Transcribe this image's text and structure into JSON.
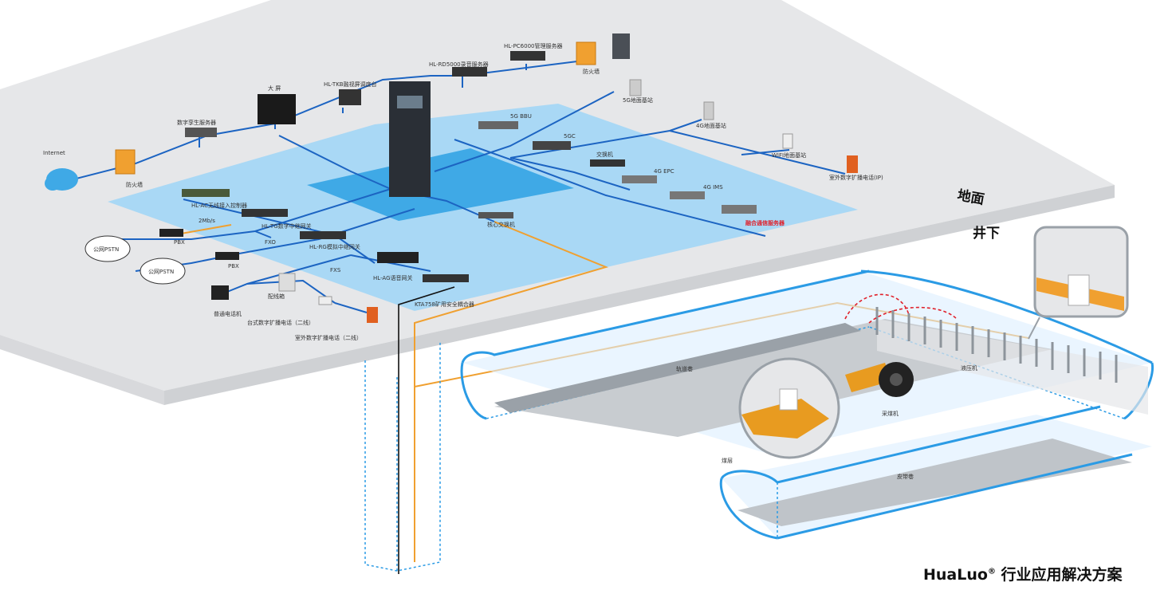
{
  "labels": {
    "internet": "Internet",
    "firewall_left": "防火墙",
    "twin_server": "数字孪生服务器",
    "big_screen": "大 屏",
    "tkb_console": "HL-TKB融视屏调度台",
    "rd5000": "HL-RD5000录音服务器",
    "pc6000": "HL-PC6000管理服务器",
    "firewall_right": "防火墙",
    "ground_5g": "5G地面基站",
    "ground_4g": "4G地面基站",
    "wifi_ground": "WIFI地面基站",
    "outdoor_ip": "室外数字扩播电话(IP)",
    "bbu_5g": "5G BBU",
    "core_5gc": "5GC",
    "switch": "交换机",
    "epc_4g": "4G EPC",
    "ims_4g": "4G IMS",
    "fusion_server": "融合通信服务器",
    "core_switch": "核心交换机",
    "ac_controller": "HL-AC无线接入控制器",
    "tg_gateway": "HL-TG数字中继网关",
    "rg_gateway": "HL-RG模拟中继网关",
    "ag_gateway": "HL-AG语音网关",
    "kta": "KTA758矿用安全耦合器",
    "pstn1": "公网PSTN",
    "pstn2": "公网PSTN",
    "pbx1": "PBX",
    "pbx2": "PBX",
    "link_2mbs": "2Mb/s",
    "fxo": "FXO",
    "fxs": "FXS",
    "distribution": "配线箱",
    "phone": "普通电话机",
    "desk_phone": "台式数字扩播电话（二线）",
    "outdoor_two": "室外数字扩播电话（二线）",
    "ground": "地面",
    "underground": "井下",
    "track_lane": "轨道巷",
    "hydraulic": "液压机",
    "shearer": "采煤机",
    "coal_seam": "煤层",
    "belt_lane": "皮带巷"
  },
  "brand": {
    "name": "HuaLuo",
    "mark": "®",
    "tagline": " 行业应用解决方案"
  },
  "colors": {
    "platform": "#e6e7e9",
    "platform_side": "#cfd1d4",
    "zone": "#a9d8f5",
    "zone_dark": "#3fa9e6",
    "link_blue": "#1c64c2",
    "link_orange": "#f0a030",
    "tunnel_edge": "#2b9be5",
    "signal_red": "#e0202a",
    "signal_green": "#3db54a"
  }
}
